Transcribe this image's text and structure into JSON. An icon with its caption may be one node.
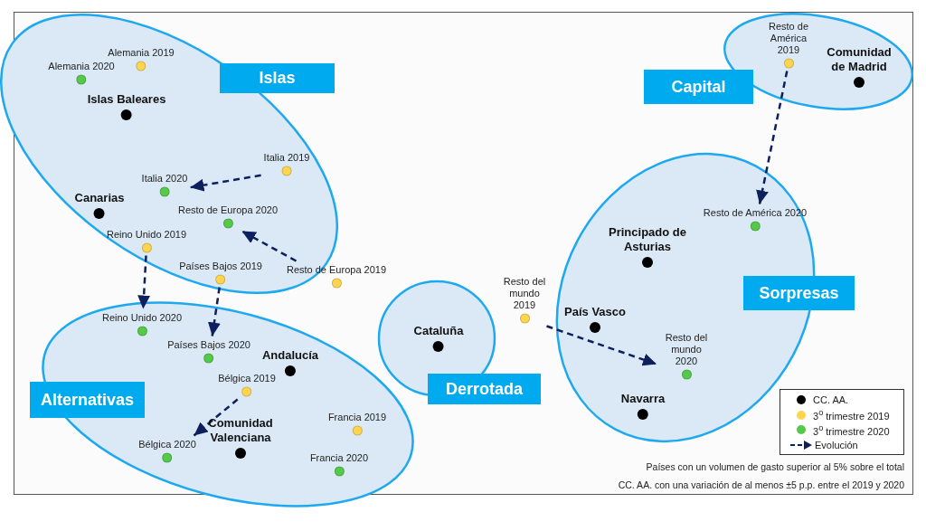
{
  "diagram": {
    "nodes": [
      {
        "text": [
          "Islas"
        ]
      },
      {
        "text": [
          "Alemania 2019"
        ],
        "in": 0
      },
      {
        "text": [
          "Alemania 2020"
        ],
        "in": 0
      },
      {
        "text": [
          "Islas Baleares"
        ],
        "in": 0
      },
      {
        "text": [
          "Italia 2019"
        ],
        "in": 0
      },
      {
        "text": [
          "Italia 2020"
        ],
        "in": 0
      },
      {
        "text": [
          "Canarias"
        ],
        "in": 0
      },
      {
        "text": [
          "Resto de Europa 2020"
        ],
        "in": 0
      },
      {
        "text": [
          "Reino Unido 2019"
        ],
        "in": 0
      },
      {
        "text": [
          "Países Bajos 2019"
        ],
        "in": 0
      },
      {
        "text": [
          "Resto de Europa 2019"
        ]
      },
      {
        "text": [
          "Alternativas"
        ]
      },
      {
        "text": [
          "Reino Unido 2020"
        ],
        "in": 11
      },
      {
        "text": [
          "Países Bajos 2020"
        ],
        "in": 11
      },
      {
        "text": [
          "Andalucía"
        ],
        "in": 11
      },
      {
        "text": [
          "Bélgica 2019"
        ],
        "in": 11
      },
      {
        "text": [
          "Comunidad Valenciana"
        ],
        "in": 11
      },
      {
        "text": [
          "Francia 2019"
        ],
        "in": 11
      },
      {
        "text": [
          "Bélgica 2020"
        ],
        "in": 11
      },
      {
        "text": [
          "Francia 2020"
        ],
        "in": 11
      },
      {
        "text": [
          "Derrotada"
        ]
      },
      {
        "text": [
          "Cataluña"
        ],
        "in": 20
      },
      {
        "text": [
          "Resto del mundo 2019"
        ]
      },
      {
        "text": [
          "Capital"
        ]
      },
      {
        "text": [
          "Resto de América 2019"
        ],
        "in": 23
      },
      {
        "text": [
          "Comunidad de Madrid"
        ],
        "in": 23
      },
      {
        "text": [
          "Sorpresas"
        ]
      },
      {
        "text": [
          "Resto de América 2020"
        ],
        "in": 26
      },
      {
        "text": [
          "Principado de Asturias"
        ],
        "in": 26
      },
      {
        "text": [
          "País Vasco"
        ],
        "in": 26
      },
      {
        "text": [
          "Resto del mundo 2020"
        ],
        "in": 26
      },
      {
        "text": [
          "Navarra"
        ],
        "in": 26
      }
    ],
    "edges": [
      {
        "from": 4,
        "to": 5,
        "arrow": "to",
        "style": "dashed"
      },
      {
        "from": 10,
        "to": 7,
        "arrow": "to",
        "style": "dashed"
      },
      {
        "from": 8,
        "to": 12,
        "arrow": "to",
        "style": "dashed"
      },
      {
        "from": 9,
        "to": 13,
        "arrow": "to",
        "style": "dashed"
      },
      {
        "from": 15,
        "to": 18,
        "arrow": "to",
        "style": "dashed"
      },
      {
        "from": 24,
        "to": 27,
        "arrow": "to",
        "style": "dashed"
      },
      {
        "from": 22,
        "to": 30,
        "arrow": "to",
        "style": "dashed"
      }
    ],
    "labels": [
      "Países con un volumen de gasto superior al 5% sobre el total",
      "CC. AA. con una variación de al menos ±5 p.p. entre el 2019 y 2020"
    ],
    "legend": [
      {
        "text": "CC. AA.",
        "color": "#000000"
      },
      {
        "text": "3$^{o}$ trimestre 2019",
        "color": "#ffd54f"
      },
      {
        "text": "3$^{o}$ trimestre 2020",
        "color": "#55c94a"
      },
      {
        "text": "Evolución"
      }
    ]
  }
}
